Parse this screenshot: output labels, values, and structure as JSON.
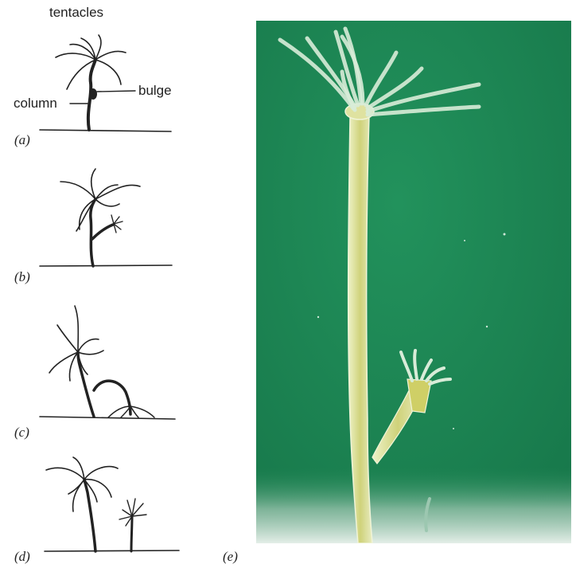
{
  "labels": {
    "tentacles": "tentacles",
    "bulge": "bulge",
    "column": "column"
  },
  "panels": {
    "a": "(a)",
    "b": "(b)",
    "c": "(c)",
    "d": "(d)",
    "e": "(e)"
  },
  "colors": {
    "ink": "#222222",
    "photo_bg": "#1f8a55",
    "polyp_body": "#d9d98a",
    "tentacle": "#d8ecd8",
    "floor": "#e4eee8"
  }
}
